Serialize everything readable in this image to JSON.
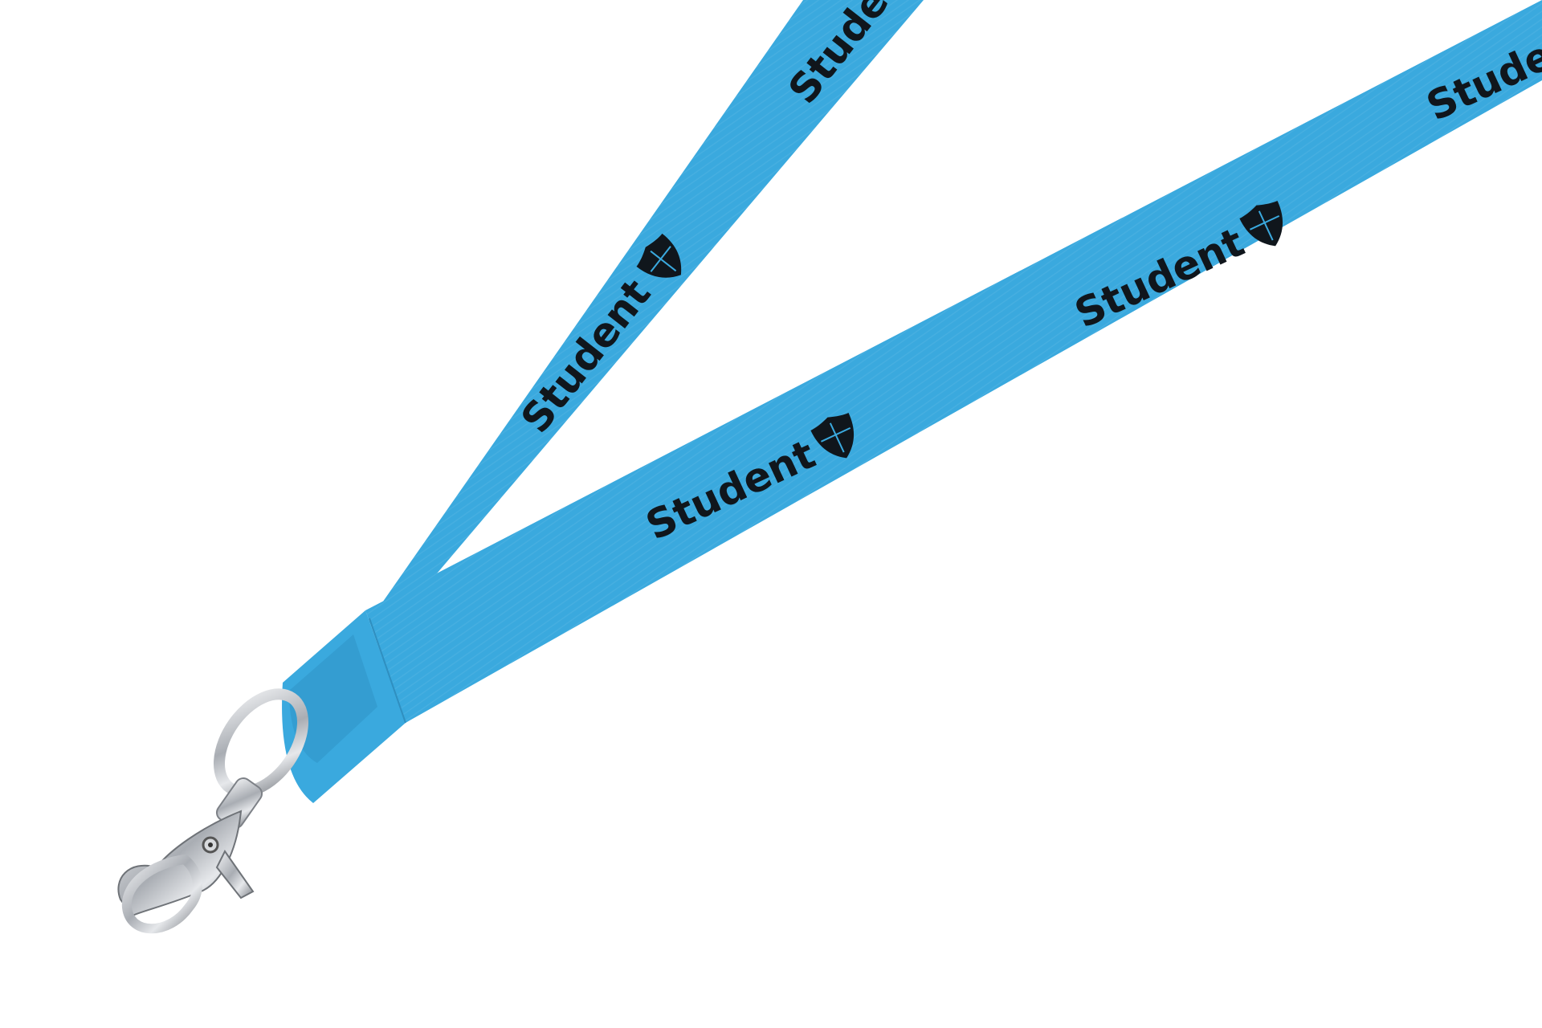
{
  "lanyard": {
    "print_text": "Student",
    "strap_color": "#3aa9de",
    "strap_shadow": "#2f93c6",
    "print_color": "#10161c",
    "metal_color": "#c4c7cc",
    "icons": [
      "shield-icon"
    ]
  },
  "labels": {
    "left_1": "Student",
    "left_2": "Student",
    "right_1": "Student",
    "right_2": "Student",
    "right_3": "Student"
  }
}
